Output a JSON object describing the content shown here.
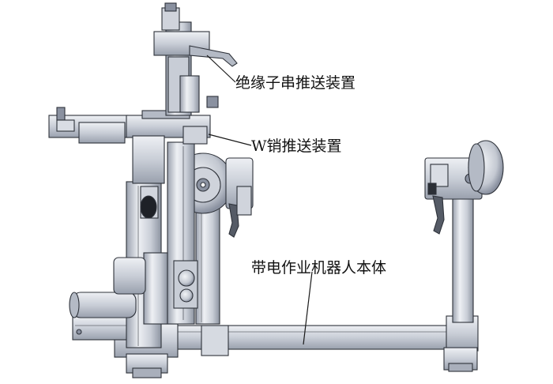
{
  "labels": {
    "insulator_pusher": "绝缘子串推送装置",
    "w_pin_pusher": "W销推送装置",
    "robot_body": "带电作业机器人本体"
  },
  "colors": {
    "metal_light": "#e6e9ef",
    "metal_mid": "#c4c9d3",
    "metal_dark": "#8e95a3",
    "outline": "#2e323a",
    "cable": "#1a1a1a"
  }
}
